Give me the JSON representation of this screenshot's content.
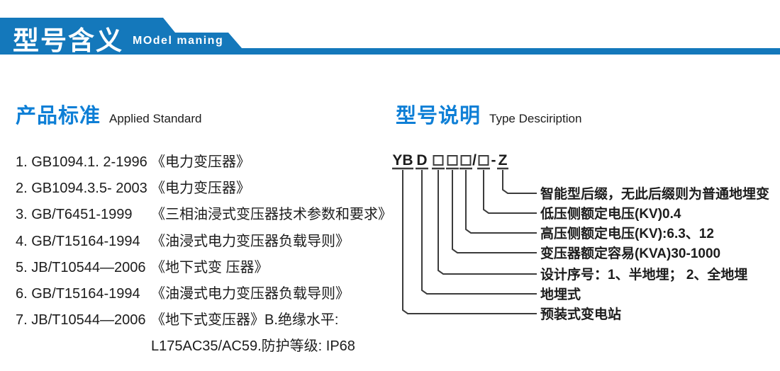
{
  "colors": {
    "banner_blue": "#1478bb",
    "heading_blue": "#0e7fd6",
    "text_dark": "#1c1c1c"
  },
  "header": {
    "title_cn": "型号含义",
    "title_en": "MOdel maning"
  },
  "left": {
    "heading_cn": "产品标准",
    "heading_en": "Applied Standard",
    "items": [
      {
        "code": "1. GB1094.1. 2-1996",
        "desc": "《电力变压器》"
      },
      {
        "code": "2. GB1094.3.5- 2003",
        "desc": "《电力变压器》"
      },
      {
        "code": "3. GB/T6451-1999",
        "desc": "《三相油浸式变压器技术参数和要求》"
      },
      {
        "code": "4. GB/T15164-1994",
        "desc": "《油浸式电力变压器负载导则》"
      },
      {
        "code": "5. JB/T10544—2006",
        "desc": "《地下式变 压器》"
      },
      {
        "code": "6. GB/T15164-1994",
        "desc": "《油漫式电力变压器负载导则》"
      },
      {
        "code": "7. JB/T10544—2006",
        "desc": "《地下式变压器》B.绝缘水平:"
      }
    ],
    "continuation": "L175AC35/AC59.防护等级: IP68"
  },
  "right": {
    "heading_cn": "型号说明",
    "heading_en": "Type Desciription",
    "model_code": {
      "full": "YBD□□□/□-Z",
      "yb": "YB",
      "d": "D",
      "slash": "/",
      "dash": "-",
      "z": "Z",
      "placeholder_boxes": 4
    },
    "branches": [
      {
        "label": "智能型后缀，无此后缀则为普通地埋变"
      },
      {
        "label": "低压侧额定电压(KV)0.4"
      },
      {
        "label": "高压侧额定电压(KV):6.3、12"
      },
      {
        "label": "变压器额定容易(KVA)30-1000"
      },
      {
        "label": "设计序号：1、半地埋； 2、全地埋"
      },
      {
        "label": "地埋式"
      },
      {
        "label": "预装式变电站"
      }
    ]
  }
}
